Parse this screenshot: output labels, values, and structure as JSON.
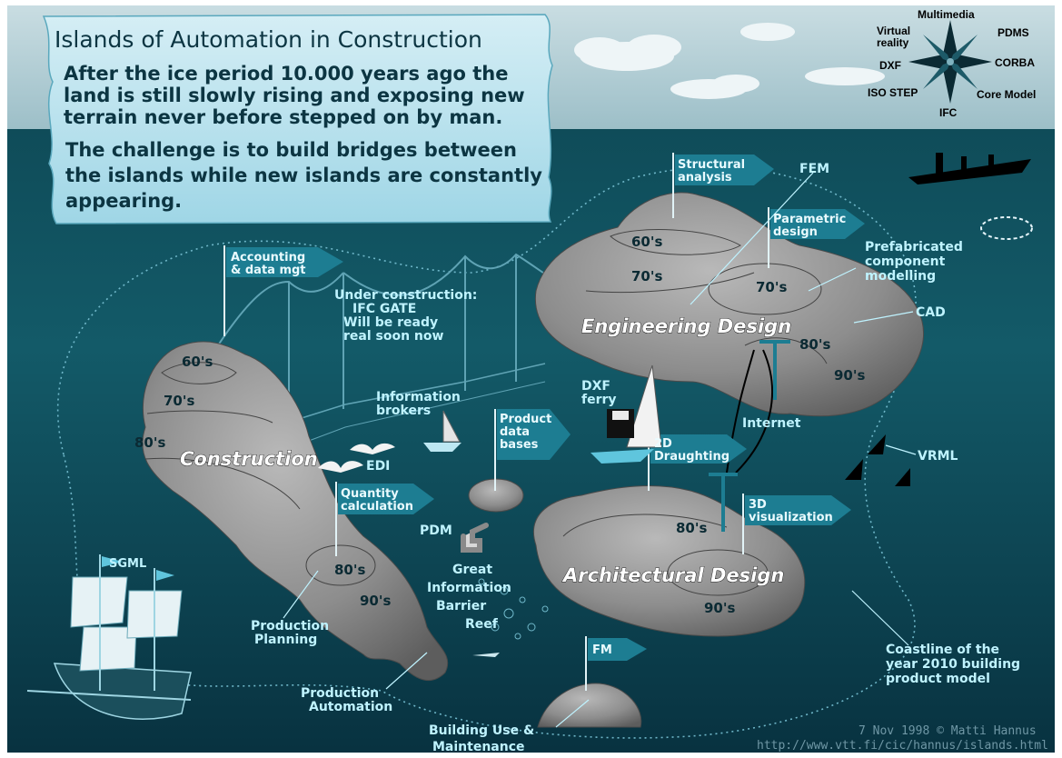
{
  "title": "Islands of Automation in Construction",
  "intro": {
    "line1": "After the ice period 10.000 years ago the",
    "line2": "land is still slowly rising and exposing new",
    "line3": "terrain never before stepped on by man.",
    "line4": "The challenge is to build bridges between",
    "line5": "the islands while new islands are constantly",
    "line6": "appearing."
  },
  "compass": {
    "top": "Multimedia",
    "upper_left_1": "Virtual",
    "upper_left_2": "reality",
    "upper_right": "PDMS",
    "left": "DXF",
    "right": "CORBA",
    "lower_left": "ISO STEP",
    "lower_right": "Core Model",
    "bottom": "IFC"
  },
  "islands": {
    "construction": {
      "name": "Construction",
      "decade_60": "60's",
      "decade_70": "70's",
      "decade_80": "80's",
      "decade_80b": "80's",
      "decade_90": "90's"
    },
    "engineering": {
      "name": "Engineering Design",
      "decade_60": "60's",
      "decade_70": "70's",
      "decade_70b": "70's",
      "decade_80": "80's",
      "decade_90": "90's"
    },
    "architectural": {
      "name": "Architectural Design",
      "decade_80": "80's",
      "decade_90": "90's"
    }
  },
  "flags": {
    "accounting_1": "Accounting",
    "accounting_2": "& data mgt",
    "structural_1": "Structural",
    "structural_2": "analysis",
    "parametric_1": "Parametric",
    "parametric_2": "design",
    "product_db_1": "Product",
    "product_db_2": "data",
    "product_db_3": "bases",
    "quantity_1": "Quantity",
    "quantity_2": "calculation",
    "draughting_1": "2D",
    "draughting_2": "Draughting",
    "visualization_1": "3D",
    "visualization_2": "visualization",
    "fm": "FM"
  },
  "labels": {
    "fem": "FEM",
    "prefab_1": "Prefabricated",
    "prefab_2": "component",
    "prefab_3": "modelling",
    "cad": "CAD",
    "internet": "Internet",
    "vrml": "VRML",
    "ifc_gate_1": "Under construction:",
    "ifc_gate_2": "IFC GATE",
    "ifc_gate_3": "Will be ready",
    "ifc_gate_4": "real soon now",
    "info_brokers_1": "Information",
    "info_brokers_2": "brokers",
    "dxf_ferry_1": "DXF",
    "dxf_ferry_2": "ferry",
    "edi": "EDI",
    "pdm": "PDM",
    "reef_1": "Great",
    "reef_2": "Information",
    "reef_3": "Barrier",
    "reef_4": "Reef",
    "sgml": "SGML",
    "prod_planning_1": "Production",
    "prod_planning_2": "Planning",
    "prod_auto_1": "Production",
    "prod_auto_2": "Automation",
    "building_use_1": "Building Use &",
    "building_use_2": "Maintenance",
    "coastline_1": "Coastline of the",
    "coastline_2": "year 2010 building",
    "coastline_3": "product model"
  },
  "credit": {
    "line1": "7 Nov 1998 © Matti Hannus",
    "line2": "http://www.vtt.fi/cic/hannus/islands.html"
  },
  "colors": {
    "sea_dark": "#0a3440",
    "sea_mid": "#15606f",
    "sky": "#b9d4db",
    "island": "#8c8c8c",
    "label": "#bff3ff",
    "flag": "#1d7d92"
  }
}
